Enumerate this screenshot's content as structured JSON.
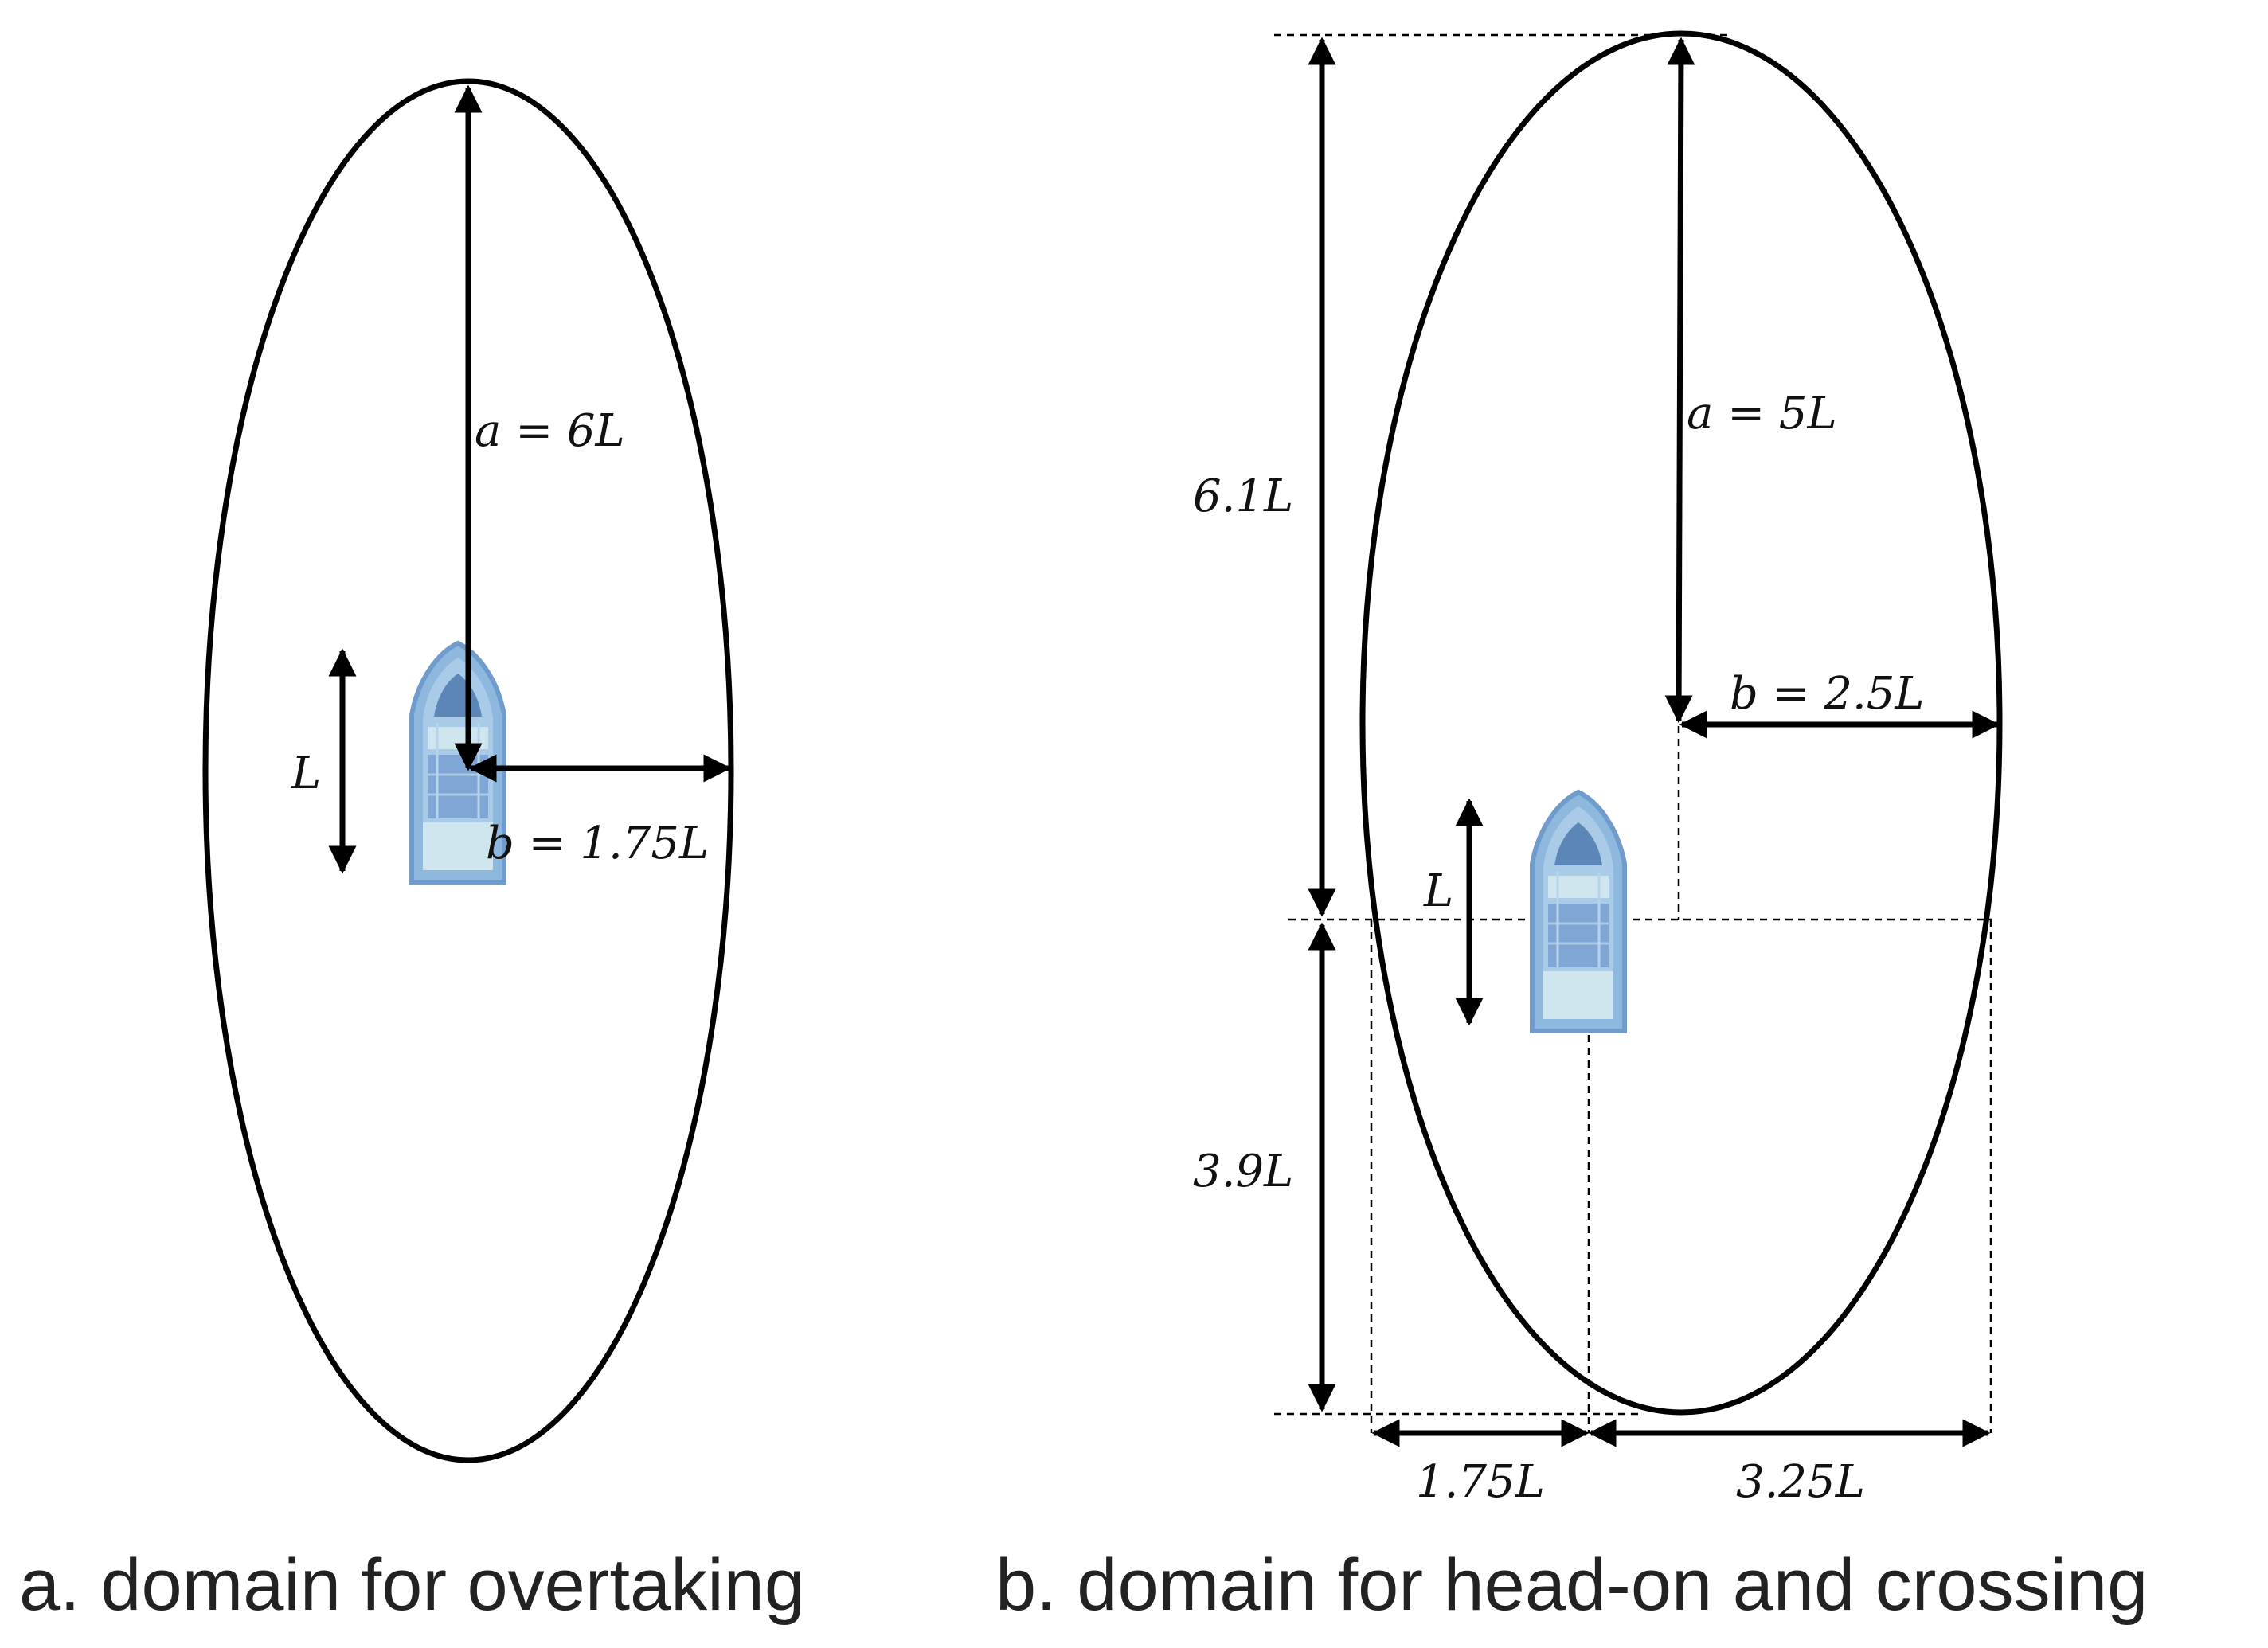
{
  "panel_a": {
    "label_a": "a = 6L",
    "label_b": "b = 1.75L",
    "label_L": "L",
    "caption_letter": "a",
    "caption_text": ". domain for overtaking"
  },
  "panel_b": {
    "label_a": "a = 5L",
    "label_b": "b = 2.5L",
    "label_L": "L",
    "label_top": "6.1L",
    "label_bottom": "3.9L",
    "label_left": "1.75L",
    "label_right": "3.25L",
    "caption_letter": "b",
    "caption_text": ". domain for head-on and crossing"
  },
  "colors": {
    "boat_hull": "#8fb8de",
    "boat_deck": "#cfe6ee",
    "boat_dark": "#5d86b8"
  },
  "icons": [
    "boat-icon"
  ]
}
